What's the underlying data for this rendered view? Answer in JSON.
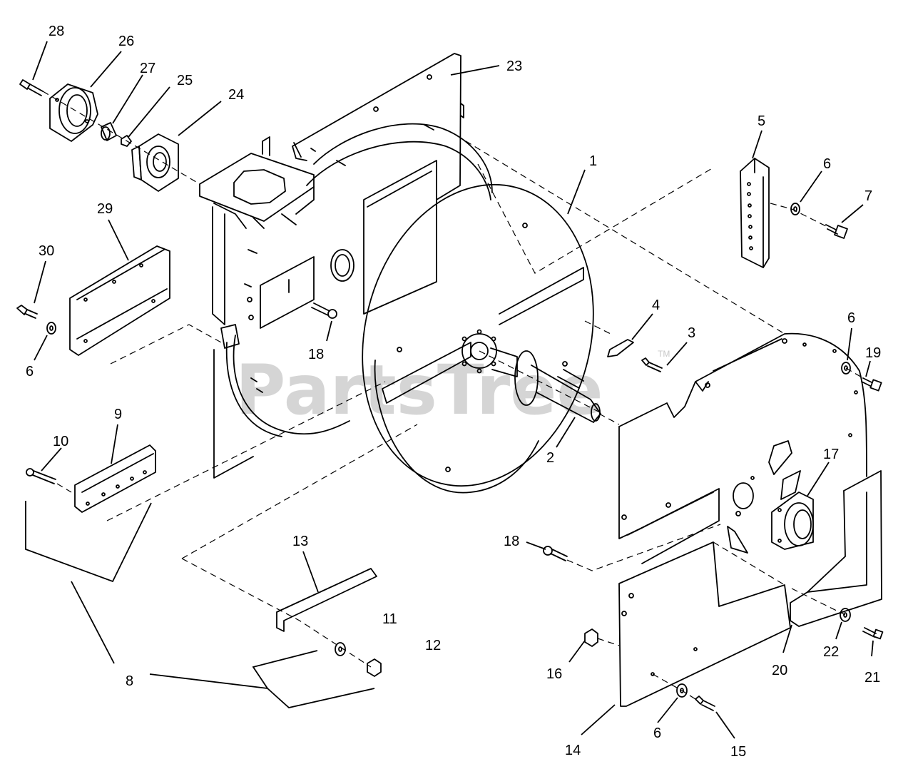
{
  "watermark": {
    "brand": "PartsTree",
    "trademark": "TM"
  },
  "callouts": [
    {
      "id": "c28",
      "text": "28"
    },
    {
      "id": "c26",
      "text": "26"
    },
    {
      "id": "c27",
      "text": "27"
    },
    {
      "id": "c25",
      "text": "25"
    },
    {
      "id": "c24",
      "text": "24"
    },
    {
      "id": "c23",
      "text": "23"
    },
    {
      "id": "c1",
      "text": "1"
    },
    {
      "id": "c5",
      "text": "5"
    },
    {
      "id": "c6a",
      "text": "6"
    },
    {
      "id": "c7",
      "text": "7"
    },
    {
      "id": "c29",
      "text": "29"
    },
    {
      "id": "c30",
      "text": "30"
    },
    {
      "id": "c6b",
      "text": "6"
    },
    {
      "id": "c18a",
      "text": "18"
    },
    {
      "id": "c4",
      "text": "4"
    },
    {
      "id": "c3",
      "text": "3"
    },
    {
      "id": "c6c",
      "text": "6"
    },
    {
      "id": "c19",
      "text": "19"
    },
    {
      "id": "c9",
      "text": "9"
    },
    {
      "id": "c10",
      "text": "10"
    },
    {
      "id": "c2",
      "text": "2"
    },
    {
      "id": "c17",
      "text": "17"
    },
    {
      "id": "c18b",
      "text": "18"
    },
    {
      "id": "c13",
      "text": "13"
    },
    {
      "id": "c11",
      "text": "11"
    },
    {
      "id": "c12",
      "text": "12"
    },
    {
      "id": "c8",
      "text": "8"
    },
    {
      "id": "c16",
      "text": "16"
    },
    {
      "id": "c20",
      "text": "20"
    },
    {
      "id": "c22",
      "text": "22"
    },
    {
      "id": "c21",
      "text": "21"
    },
    {
      "id": "c6d",
      "text": "6"
    },
    {
      "id": "c14",
      "text": "14"
    },
    {
      "id": "c15",
      "text": "15"
    }
  ]
}
